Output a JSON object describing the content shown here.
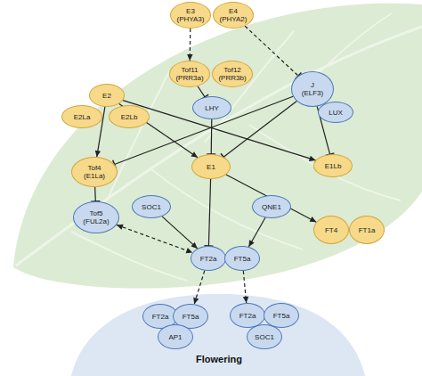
{
  "diagram": {
    "nodes": [
      {
        "text": [
          "E3 (PHYA3)"
        ]
      },
      {
        "text": [
          "E4 (PHYA2)"
        ]
      },
      {
        "text": [
          "Tof11 (PRR3a)"
        ]
      },
      {
        "text": [
          "Tof12 (PRR3b)"
        ]
      },
      {
        "text": [
          "E2"
        ]
      },
      {
        "text": [
          "E2La"
        ]
      },
      {
        "text": [
          "E2Lb"
        ]
      },
      {
        "text": [
          "J (ELF3)"
        ]
      },
      {
        "text": [
          "LUX"
        ]
      },
      {
        "text": [
          "LHY"
        ]
      },
      {
        "text": [
          "Tof4 (E1La)"
        ]
      },
      {
        "text": [
          "E1"
        ]
      },
      {
        "text": [
          "E1Lb"
        ]
      },
      {
        "text": [
          "Tof5 (FUL2a)"
        ]
      },
      {
        "text": [
          "SOC1"
        ]
      },
      {
        "text": [
          "QNE1"
        ]
      },
      {
        "text": [
          "FT4"
        ]
      },
      {
        "text": [
          "FT1a"
        ]
      },
      {
        "text": [
          "FT2a"
        ]
      },
      {
        "text": [
          "FT5a"
        ]
      },
      {
        "text": [
          "FT2a"
        ]
      },
      {
        "text": [
          "FT5a"
        ]
      },
      {
        "text": [
          "AP1"
        ]
      },
      {
        "text": [
          "FT2a"
        ]
      },
      {
        "text": [
          "FT5a"
        ]
      },
      {
        "text": [
          "SOC1"
        ]
      }
    ],
    "edges": [
      {
        "from": 0,
        "to": 2,
        "arrow": "to"
      },
      {
        "from": 1,
        "to": 7,
        "arrow": "to"
      },
      {
        "from": 2,
        "to": 9,
        "arrow": "to"
      },
      {
        "from": 9,
        "to": 11,
        "arrow": "to"
      },
      {
        "from": 4,
        "to": 10,
        "arrow": "to"
      },
      {
        "from": 4,
        "to": 11,
        "arrow": "to"
      },
      {
        "from": 4,
        "to": 12,
        "arrow": "to"
      },
      {
        "from": 7,
        "to": 10,
        "arrow": "to"
      },
      {
        "from": 7,
        "to": 11,
        "arrow": "to"
      },
      {
        "from": 7,
        "to": 12,
        "arrow": "to"
      },
      {
        "from": 10,
        "to": 13,
        "arrow": "to"
      },
      {
        "from": 13,
        "to": 18,
        "arrow": "both"
      },
      {
        "from": 14,
        "to": 18,
        "arrow": "to"
      },
      {
        "from": 15,
        "to": 19,
        "arrow": "to"
      },
      {
        "from": 11,
        "to": 18,
        "arrow": "to"
      },
      {
        "from": 11,
        "to": 16,
        "arrow": "to"
      },
      {
        "from": 18,
        "to": 21,
        "arrow": "to"
      },
      {
        "from": 19,
        "to": 23,
        "arrow": "to"
      }
    ],
    "labels": [
      "Flowering"
    ]
  }
}
